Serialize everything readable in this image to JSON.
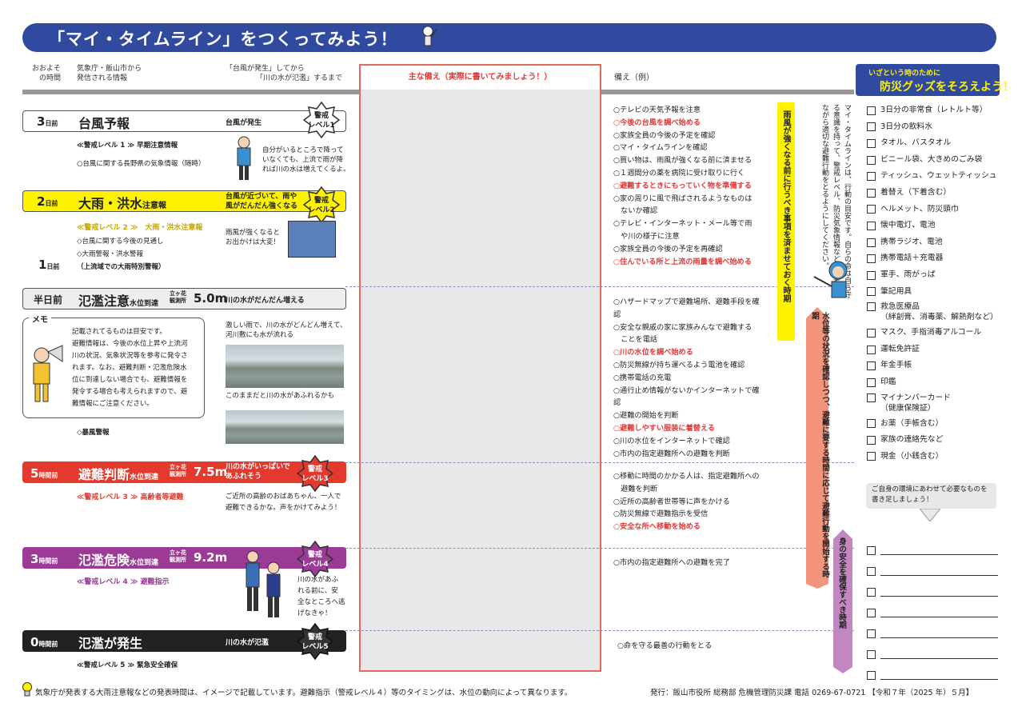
{
  "header": {
    "title": "「マイ・タイムライン」をつくってみよう！"
  },
  "columns": {
    "time": "おおよそ\nの時間",
    "info": "気象庁・飯山市から\n発信される情報",
    "typhoon1": "「台風が発生」してから",
    "typhoon2": "「川の水が氾濫」するまで",
    "main": "主な備え（実際に書いてみましょう！）",
    "example": "備え（例）"
  },
  "levels": [
    {
      "day": "3",
      "unit": "日前",
      "title": "台風予報",
      "note": "台風が発生",
      "badge": "警戒\nレベル1"
    },
    {
      "day": "2",
      "unit": "日前",
      "title": "大雨・洪水",
      "title_sub": "注意報",
      "note": "台風が近づいて、雨や\n風がだんだん強くなる",
      "badge": "警戒\nレベル2"
    },
    {
      "day": "半日前",
      "title": "氾濫注意",
      "title_sub": "水位到達",
      "station": "立ヶ花\n観測所",
      "level": "5.0m",
      "note": "川の水がだんだん増える"
    },
    {
      "day": "5",
      "unit": "時間前",
      "title": "避難判断",
      "title_sub": "水位到達",
      "station": "立ヶ花\n観測所",
      "level": "7.5m",
      "note": "川の水がいっぱいで\nあふれそう",
      "badge": "警戒\nレベル3"
    },
    {
      "day": "3",
      "unit": "時間前",
      "title": "氾濫危険",
      "title_sub": "水位到達",
      "station": "立ヶ花\n観測所",
      "level": "9.2m",
      "badge": "警戒\nレベル4"
    },
    {
      "day": "0",
      "unit": "時間前",
      "title": "氾濫が発生",
      "note": "川の水が氾濫",
      "badge": "警戒\nレベル5"
    }
  ],
  "info": {
    "l1_level": "≪警戒レベル 1 ≫ 早期注意情報",
    "l1_item": "○台風に関する長野県の気象情報（随時）",
    "l1_speech": "自分がいるところで降って\nいなくても、上流で雨が降\nれば川の水は増えてくるよ。",
    "l2_level": "≪警戒レベル 2 ≫　大雨・洪水注意報",
    "l2_items": [
      "◇台風に関する今後の見通し",
      "◇大雨警報・洪水警報",
      "（上流域での大雨特別警報）"
    ],
    "one_day": "1",
    "one_day_unit": "日前",
    "l2_speech": "雨風が強くなると\nお出かけは大変！",
    "memo_label": "メモ",
    "memo_text": "記載されてるものは目安です。\n避難情報は、今後の水位上昇や上流河\n川の状況、気象状況等を参考に発令さ\nれます。なお、避難判断・氾濫危険水\n位に到達しない場合でも、避難情報を\n発令する場合も考えられますので、避\n難情報にご注意ください。",
    "photo1_caption": "激しい雨で、川の水がどんどん増えて、\n河川敷にも水が流れる",
    "photo2_caption": "このままだと川の水があふれるかも",
    "storm_warning": "◇暴風警報",
    "l3_level": "≪警戒レベル 3 ≫ 高齢者等避難",
    "l3_speech": "ご近所の高齢のおばあちゃん、一人で\n避難できるかな。声をかけてみよう！",
    "l4_level": "≪警戒レベル 4 ≫ 避難指示",
    "l4_speech": "川の水があふ\nれる前に、安\n全なところへ逃\nげなきゃ！",
    "l5_level": "≪警戒レベル 5 ≫ 緊急安全確保"
  },
  "preparations": {
    "g1": [
      {
        "t": "○テレビの天気予報を注意",
        "r": false
      },
      {
        "t": "○今後の台風を調べ始める",
        "r": true
      },
      {
        "t": "○家族全員の今後の予定を確認",
        "r": false
      },
      {
        "t": "○マイ・タイムラインを確認",
        "r": false
      },
      {
        "t": "○買い物は、雨風が強くなる前に済ませる",
        "r": false
      },
      {
        "t": "○１週間分の薬を病院に受け取りに行く",
        "r": false
      },
      {
        "t": "○避難するときにもっていく物を準備する",
        "r": true
      },
      {
        "t": "○家の周りに風で飛ばされるようなものは",
        "r": false
      },
      {
        "t": "　ないか確認",
        "r": false
      },
      {
        "t": "○テレビ・インターネット・メール等で雨",
        "r": false
      },
      {
        "t": "　や川の様子に注意",
        "r": false
      },
      {
        "t": "○家族全員の今後の予定を再確認",
        "r": false
      },
      {
        "t": "○住んでいる所と上流の雨量を調べ始める",
        "r": true
      }
    ],
    "g2": [
      {
        "t": "○ハザードマップで避難場所、避難手段を確認",
        "r": false
      },
      {
        "t": "○安全な親戚の家に家族みんなで避難する",
        "r": false
      },
      {
        "t": "　ことを電話",
        "r": false
      },
      {
        "t": "○川の水位を調べ始める",
        "r": true
      },
      {
        "t": "○防災無線が持ち運べるよう電池を確認",
        "r": false
      },
      {
        "t": "○携帯電話の充電",
        "r": false
      },
      {
        "t": "○通行止め情報がないかインターネットで確認",
        "r": false
      },
      {
        "t": "○避難の開始を判断",
        "r": false
      },
      {
        "t": "○避難しやすい服装に着替える",
        "r": true
      },
      {
        "t": "○川の水位をインターネットで確認",
        "r": false
      },
      {
        "t": "○市内の指定避難所への避難を判断",
        "r": false
      }
    ],
    "g3": [
      {
        "t": "○移動に時間のかかる人は、指定避難所への",
        "r": false
      },
      {
        "t": "　避難を判断",
        "r": false
      },
      {
        "t": "○近所の高齢者世帯等に声をかける",
        "r": false
      },
      {
        "t": "○防災無線で避難指示を受信",
        "r": false
      },
      {
        "t": "○安全な所へ移動を始める",
        "r": true
      }
    ],
    "g4": [
      {
        "t": "○市内の指定避難所への避難を完了",
        "r": false
      }
    ],
    "g5": [
      {
        "t": "○命を守る最善の行動をとる",
        "r": false
      }
    ]
  },
  "vertical": {
    "yellow": "雨風が強くなる前に行うべき事項を済ませておく時期",
    "salmon": "水位等の状況を確認しつつ、避難に要する時間に応じて避難行動を開始する時期",
    "purple": "身の安全を確保すべき時期",
    "note": "マイ・タイムラインは、行動の目安です。自らの命は自ら守る意識を持って、警戒レベル、防災気象情報などを参考にしながら適切な避難行動をとるようにしてください。"
  },
  "goods": {
    "title_small": "いざという時のために",
    "title_big": "防災グッズをそろえよう！",
    "items": [
      "3日分の非常食（レトルト等）",
      "3日分の飲料水",
      "タオル、バスタオル",
      "ビニール袋、大きめのごみ袋",
      "ティッシュ、ウェットティッシュ",
      "着替え（下着含む）",
      "ヘルメット、防災頭巾",
      "懐中電灯、電池",
      "携帯ラジオ、電池",
      "携帯電話＋充電器",
      "軍手、雨がっぱ",
      "筆記用具",
      "救急医療品\n（絆創膏、消毒薬、解熱剤など）",
      "マスク、手指消毒アルコール",
      "運転免許証",
      "年金手帳",
      "印鑑",
      "マイナンバーカード\n（健康保険証）",
      "お薬（手帳含む）",
      "家族の連絡先など",
      "現金（小銭含む）"
    ],
    "custom_note": "ご自身の環境にあわせて必要なものを\n書き足しましょう！"
  },
  "footer": {
    "note": "気象庁が発表する大雨注意報などの発表時間は、イメージで記載しています。避難指示（警戒レベル４）等のタイミングは、水位の動向によって異なります。",
    "publisher": "発行：飯山市役所 総務部 危機管理防災課 電話 0269-67-0721 【令和７年（2025 年）５月】"
  },
  "colors": {
    "header": "#2f4a9e",
    "red": "#e33a2d",
    "yellow": "#fff200",
    "purple": "#9b3b96",
    "salmon": "#f2957c"
  }
}
